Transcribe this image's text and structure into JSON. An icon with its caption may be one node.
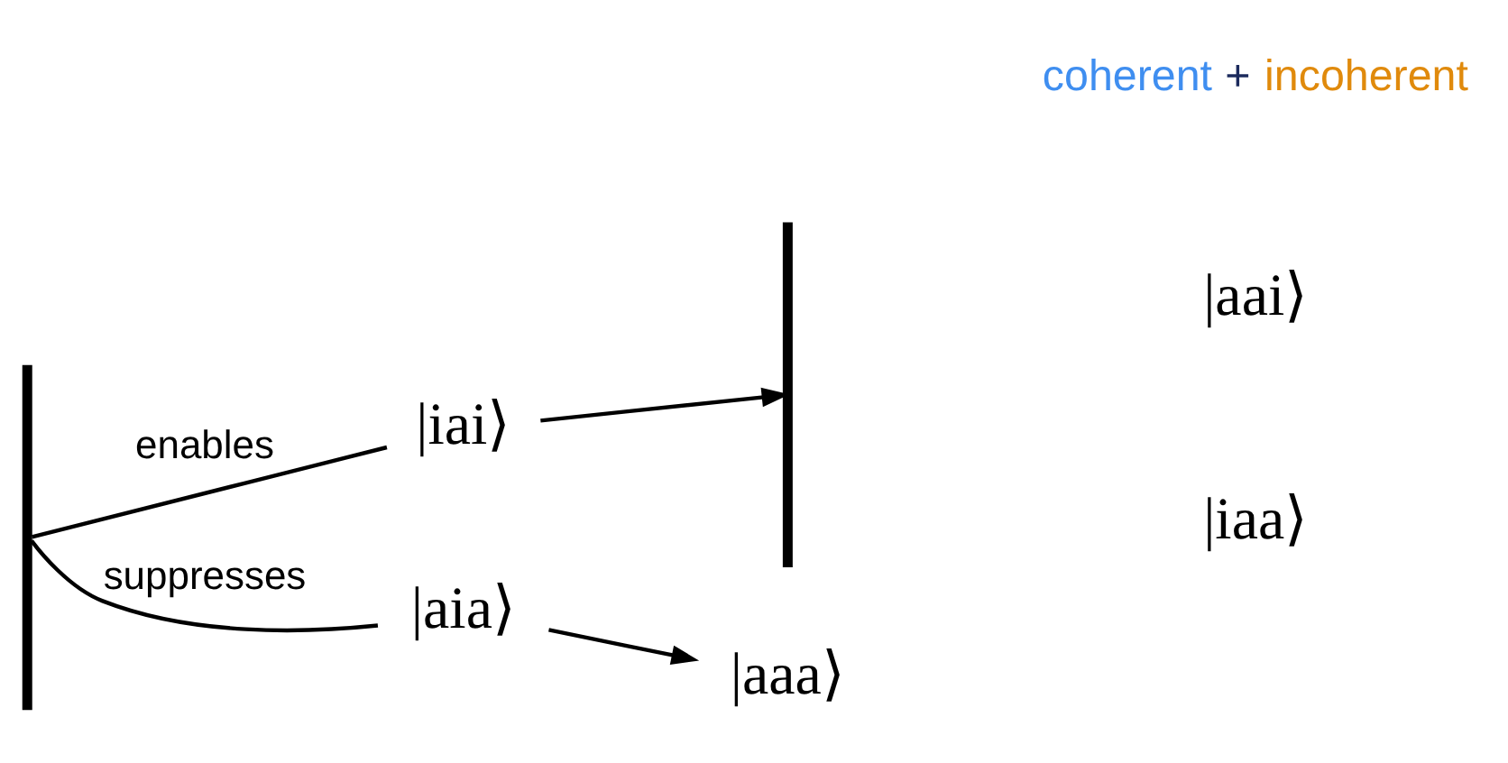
{
  "diagram": {
    "nodes": [
      {
        "text": [],
        "shape": "brace"
      },
      {
        "text": [
          "|iai⟩"
        ]
      },
      {
        "text": [],
        "shape": "brace"
      },
      {
        "text": [
          "|aai⟩"
        ]
      },
      {
        "text": [
          "|iaa⟩"
        ]
      },
      {
        "text": [
          "|aia⟩"
        ]
      },
      {
        "text": [
          "|aaa⟩"
        ]
      }
    ],
    "edges": [
      {
        "from": 0,
        "to": 1,
        "arrow": "none",
        "label": "enables"
      },
      {
        "from": 0,
        "to": 5,
        "arrow": "none",
        "label": "suppresses"
      },
      {
        "from": 1,
        "to": 2,
        "arrow": "to"
      },
      {
        "from": 5,
        "to": 6,
        "arrow": "to"
      }
    ],
    "labels": [
      "coherent",
      "+",
      "incoherent"
    ]
  }
}
